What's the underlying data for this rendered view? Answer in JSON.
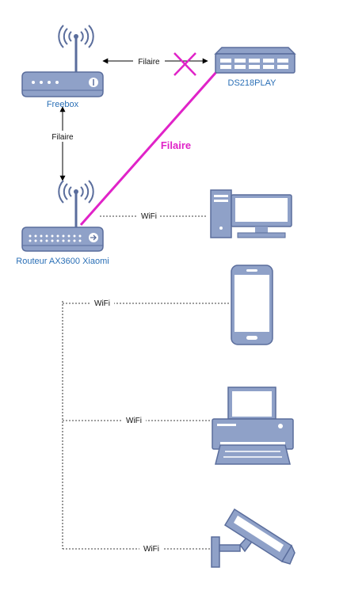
{
  "nodes": {
    "freebox": {
      "label": "Freebox"
    },
    "nas": {
      "label": "DS218PLAY"
    },
    "router": {
      "label": "Routeur AX3600 Xiaomi"
    }
  },
  "links": {
    "freebox_nas": {
      "label": "Filaire",
      "status": "broken"
    },
    "freebox_router": {
      "label": "Filaire"
    },
    "router_nas": {
      "label": "Filaire"
    },
    "wifi_desktop": {
      "label": "WiFi"
    },
    "wifi_phone": {
      "label": "WiFi"
    },
    "wifi_printer": {
      "label": "WiFi"
    },
    "wifi_camera": {
      "label": "WiFi"
    }
  },
  "colors": {
    "device": "#8fa1c8",
    "device_outline": "#5a6d9c",
    "node_label": "#2a6fb6",
    "wired_highlight": "#e023c8",
    "broken_mark": "#e023c8"
  },
  "icons": [
    "router-icon",
    "nas-icon",
    "desktop-computer-icon",
    "smartphone-icon",
    "printer-icon",
    "security-camera-icon"
  ]
}
